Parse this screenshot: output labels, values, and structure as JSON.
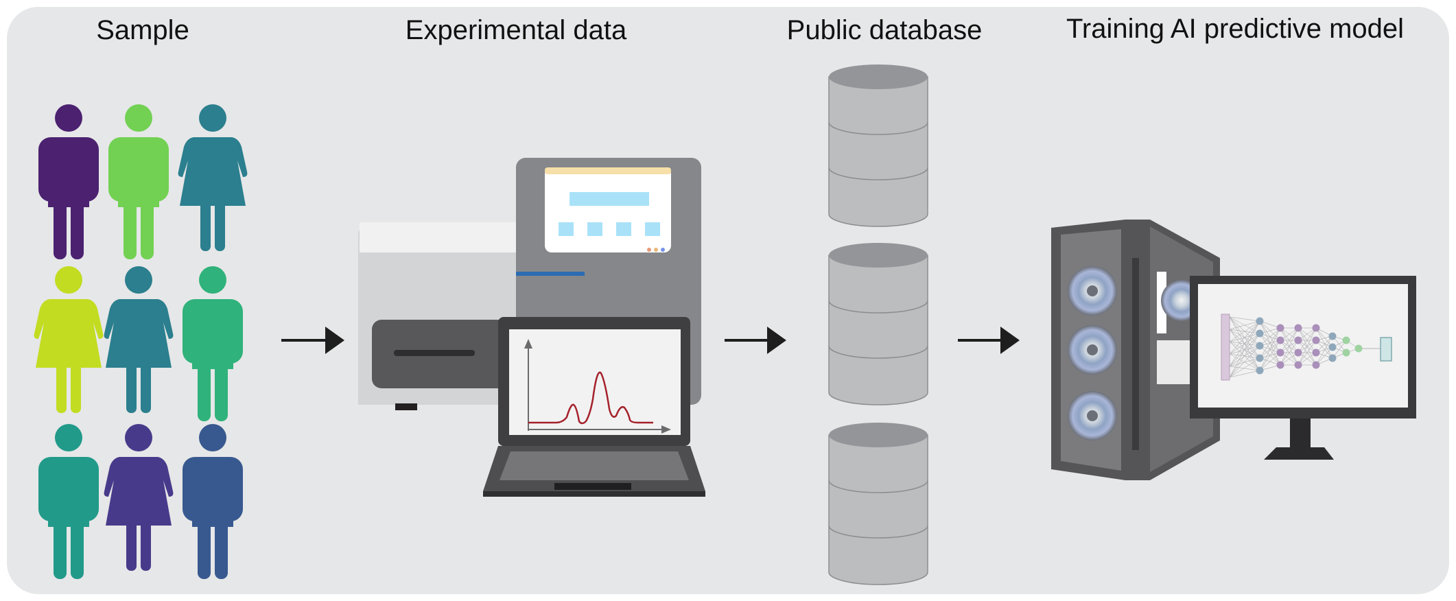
{
  "stages": [
    {
      "title": "Sample"
    },
    {
      "title": "Experimental data"
    },
    {
      "title": "Public database"
    },
    {
      "title": "Training AI predictive model"
    }
  ],
  "people": [
    {
      "gender": "male",
      "color": "#4b2170"
    },
    {
      "gender": "male",
      "color": "#72d153"
    },
    {
      "gender": "female",
      "color": "#2b7f8e"
    },
    {
      "gender": "female",
      "color": "#c2dc21"
    },
    {
      "gender": "female",
      "color": "#2b7f8e"
    },
    {
      "gender": "male",
      "color": "#2fb27b"
    },
    {
      "gender": "male",
      "color": "#219a8a"
    },
    {
      "gender": "female",
      "color": "#483a8b"
    },
    {
      "gender": "male",
      "color": "#38598f"
    }
  ],
  "colors": {
    "panel_bg": "#e6e7e8",
    "arrow": "#1e1e1e",
    "instrument_dark": "#86878a",
    "instrument_light": "#d3d4d6",
    "screen_accent": "#a9e2f8",
    "chromatogram_line": "#a4202a",
    "database_body": "#bcbdbf",
    "database_top": "#949598",
    "case_frame": "#555558",
    "fan_ring": "#a9b6d8",
    "network_input": "#d9c7dc",
    "network_hidden": "#a98fba",
    "network_mid": "#8fa7ba",
    "network_out": "#9fd3a2"
  },
  "icons": [
    "person-icon",
    "lab-instrument-icon",
    "laptop-icon",
    "database-icon",
    "computer-tower-icon",
    "monitor-icon",
    "neural-network-icon",
    "arrow-right-icon"
  ]
}
